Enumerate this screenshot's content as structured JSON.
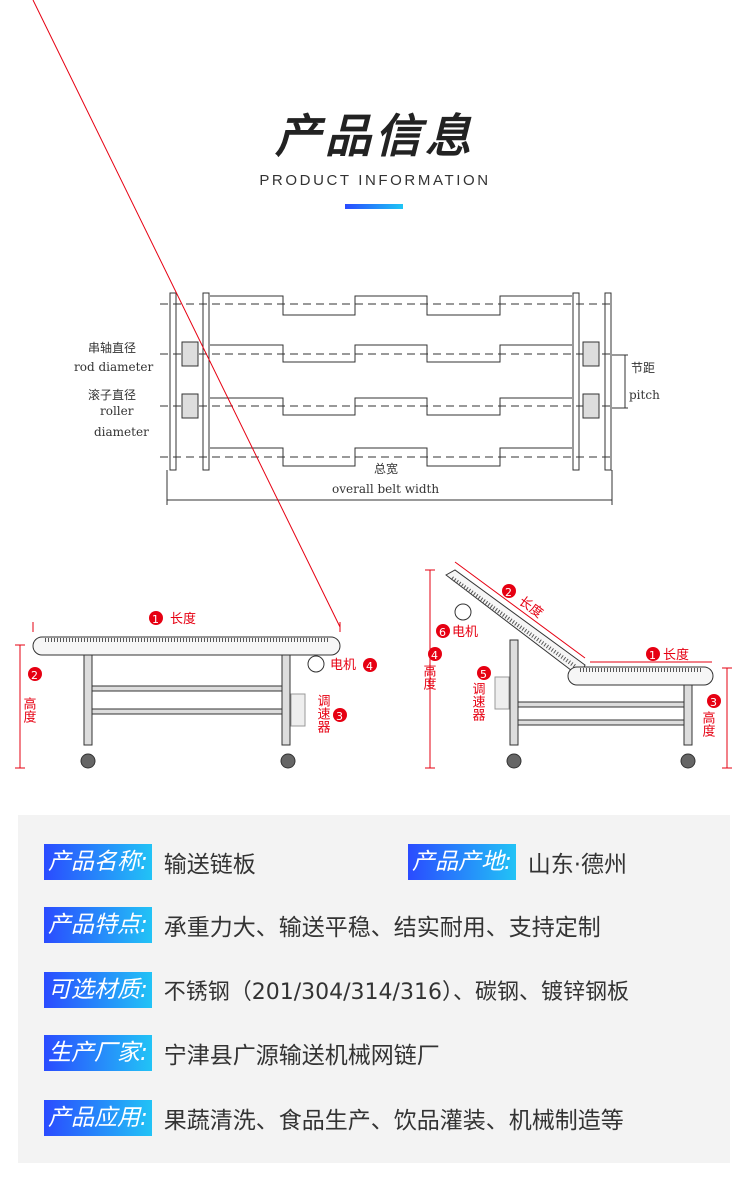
{
  "header": {
    "title": "产品信息",
    "subtitle": "PRODUCT INFORMATION",
    "accent_color": "#2a7bff"
  },
  "chain_diagram": {
    "rod_diameter_cn": "串轴直径",
    "rod_diameter_en": "rod diameter",
    "roller_cn": "滚子直径",
    "roller_en": "roller",
    "diameter_en": "diameter",
    "pitch_cn": "节距",
    "pitch_en": "pitch",
    "width_cn": "总宽",
    "width_en": "overall belt width"
  },
  "flat_conveyor": {
    "n1": "1",
    "length": "长度",
    "n2": "2",
    "height": "高度",
    "n3": "3",
    "speed": "调速器",
    "n4": "4",
    "motor": "电机"
  },
  "incline_conveyor": {
    "n1": "1",
    "length1": "长度",
    "n2": "2",
    "length2": "长度",
    "n3": "3",
    "height3": "高度",
    "n4": "4",
    "height4": "高度",
    "n5": "5",
    "speed": "调速器",
    "n6": "6",
    "motor": "电机"
  },
  "info": {
    "name_label": "产品名称:",
    "name": "输送链板",
    "origin_label": "产品产地:",
    "origin": "山东·德州",
    "feature_label": "产品特点:",
    "feature": "承重力大、输送平稳、结实耐用、支持定制",
    "material_label": "可选材质:",
    "material": "不锈钢（201/304/314/316）、碳钢、镀锌钢板",
    "maker_label": "生产厂家:",
    "maker": "宁津县广源输送机械网链厂",
    "app_label": "产品应用:",
    "app": "果蔬清洗、食品生产、饮品灌装、机械制造等"
  },
  "colors": {
    "red": "#e60012",
    "label_grad_start": "#2a4bff",
    "label_grad_end": "#22c3f6"
  }
}
